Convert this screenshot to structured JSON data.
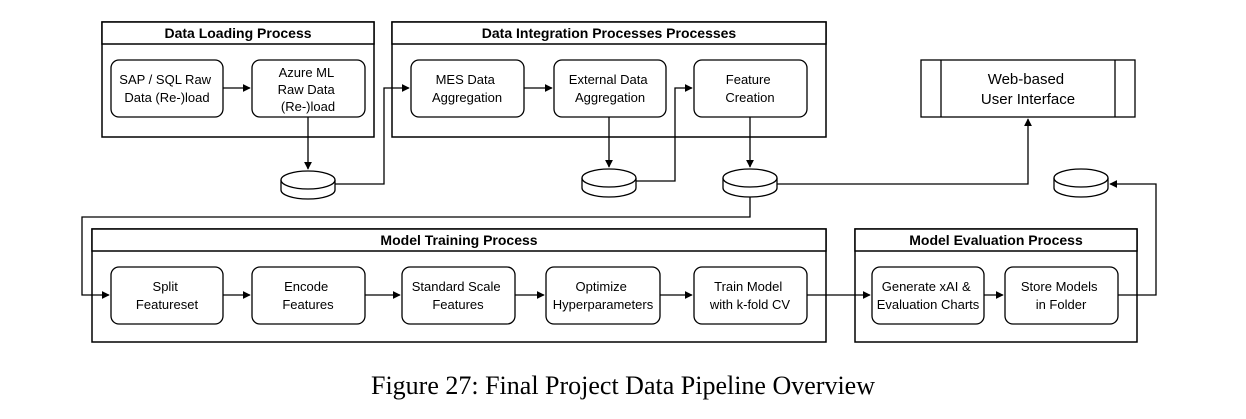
{
  "groups": {
    "loading": "Data Loading Process",
    "integration": "Data Integration Processes Processes",
    "training": "Model Training Process",
    "evaluation": "Model Evaluation Process"
  },
  "nodes": {
    "sap_sql": [
      "SAP / SQL Raw",
      "Data (Re-)load"
    ],
    "azure": [
      "Azure ML",
      "Raw Data",
      "(Re-)load"
    ],
    "mes": [
      "MES Data",
      "Aggregation"
    ],
    "external": [
      "External Data",
      "Aggregation"
    ],
    "feature": [
      "Feature",
      "Creation"
    ],
    "web_ui": [
      "Web-based",
      "User Interface"
    ],
    "split": [
      "Split",
      "Featureset"
    ],
    "encode": [
      "Encode",
      "Features"
    ],
    "scale": [
      "Standard Scale",
      "Features"
    ],
    "optimize": [
      "Optimize",
      "Hyperparameters"
    ],
    "train": [
      "Train Model",
      "with k-fold CV"
    ],
    "xai": [
      "Generate xAI &",
      "Evaluation Charts"
    ],
    "store": [
      "Store Models",
      "in Folder"
    ]
  },
  "caption": "Figure 27: Final Project Data Pipeline Overview"
}
